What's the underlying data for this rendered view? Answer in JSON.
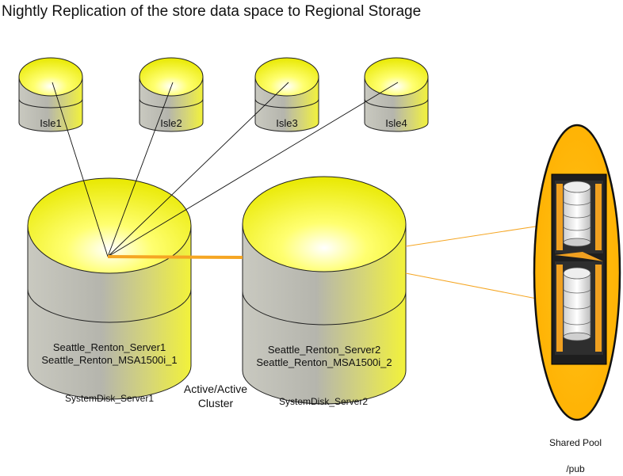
{
  "title": "Nightly Replication of the store data space to Regional Storage",
  "isles": [
    {
      "label": "Isle1"
    },
    {
      "label": "Isle2"
    },
    {
      "label": "Isle3"
    },
    {
      "label": "Isle4"
    }
  ],
  "servers": [
    {
      "name": "Seattle_Renton_Server1",
      "storage": "Seattle_Renton_MSA1500i_1",
      "caption": "SystemDisk_Server1"
    },
    {
      "name": "Seattle_Renton_Server2",
      "storage": "Seattle_Renton_MSA1500i_2",
      "caption": "SystemDisk_Server2"
    }
  ],
  "cluster": {
    "line1": "Active/Active",
    "line2": "Cluster"
  },
  "shared_pool": {
    "label": "Shared Pool",
    "path": "/pub"
  },
  "colors": {
    "disk_yellow": "#ffff33",
    "disk_gray": "#bdbdb5",
    "pool_orange": "#ffbb00",
    "link_orange": "#f5a623",
    "rack_dark": "#1e1e1e"
  }
}
